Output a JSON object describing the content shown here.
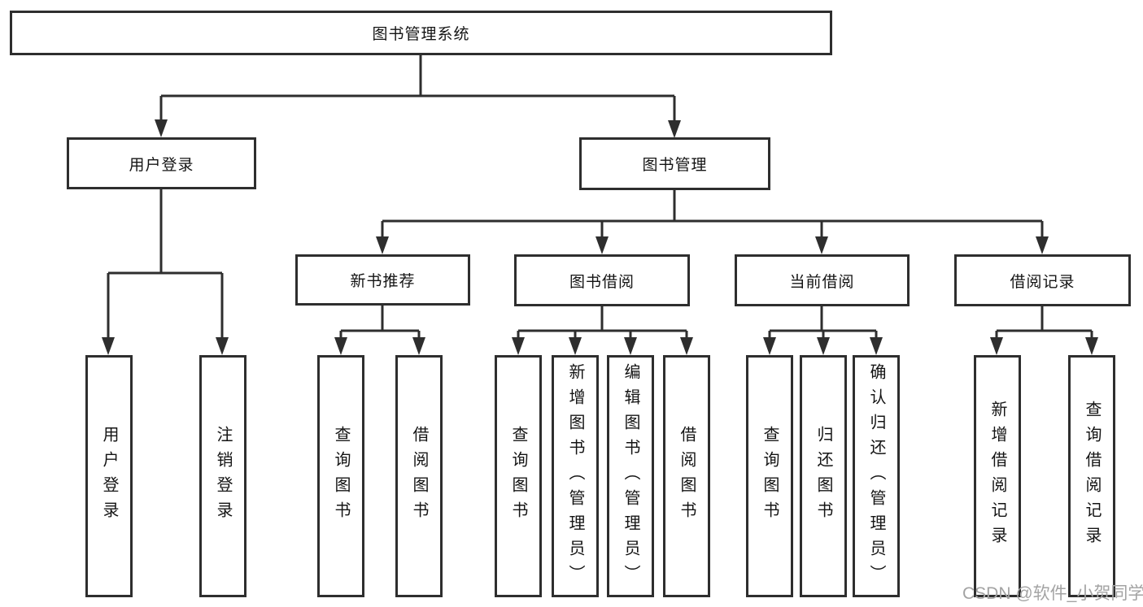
{
  "diagram_title": "图书管理系统",
  "tree": {
    "label": "图书管理系统",
    "children": [
      {
        "label": "用户登录",
        "children": [
          {
            "label": "用户登录"
          },
          {
            "label": "注销登录"
          }
        ]
      },
      {
        "label": "图书管理",
        "children": [
          {
            "label": "新书推荐",
            "children": [
              {
                "label": "查询图书"
              },
              {
                "label": "借阅图书"
              }
            ]
          },
          {
            "label": "图书借阅",
            "children": [
              {
                "label": "查询图书"
              },
              {
                "label": "新增图书（管理员）"
              },
              {
                "label": "编辑图书（管理员）"
              },
              {
                "label": "借阅图书"
              }
            ]
          },
          {
            "label": "当前借阅",
            "children": [
              {
                "label": "查询图书"
              },
              {
                "label": "归还图书"
              },
              {
                "label": "确认归还（管理员）"
              }
            ]
          },
          {
            "label": "借阅记录",
            "children": [
              {
                "label": "新增借阅记录"
              },
              {
                "label": "查询借阅记录"
              }
            ]
          }
        ]
      }
    ]
  },
  "watermark": "CSDN @软件_小贺同学",
  "colors": {
    "line": "#2e2e2e",
    "box_border": "#2e2e2e",
    "background": "#ffffff",
    "watermark": "#a3a3a3"
  }
}
